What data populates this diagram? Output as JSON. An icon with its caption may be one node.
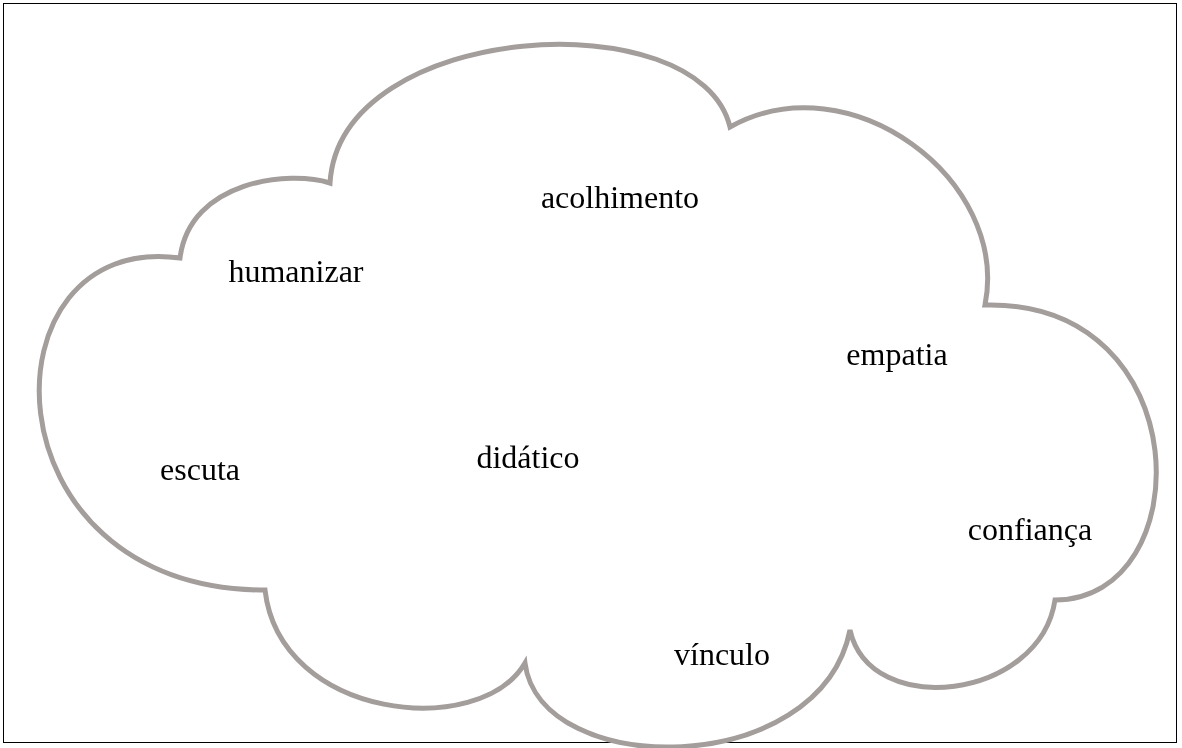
{
  "diagram": {
    "nodes": [
      {
        "text": [
          "acolhimento",
          "humanizar",
          "empatia",
          "didático",
          "escuta",
          "confiança",
          "vínculo"
        ]
      }
    ]
  }
}
